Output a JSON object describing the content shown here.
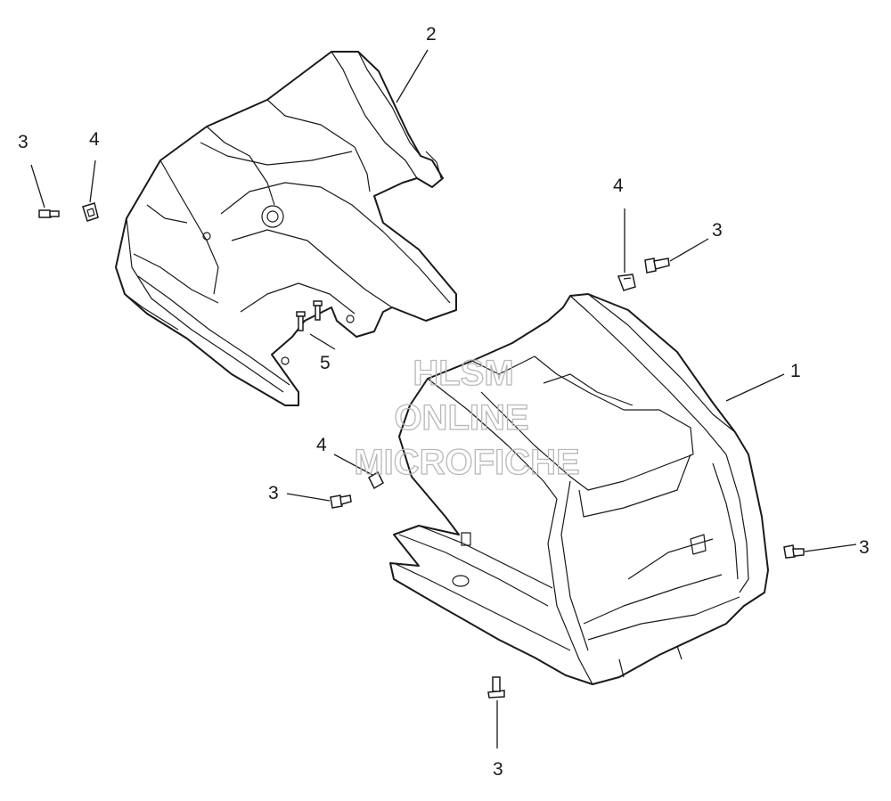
{
  "diagram": {
    "callouts": [
      {
        "id": "c1",
        "label": "1"
      },
      {
        "id": "c2",
        "label": "2"
      },
      {
        "id": "c3a",
        "label": "3"
      },
      {
        "id": "c4a",
        "label": "4"
      },
      {
        "id": "c4b",
        "label": "4"
      },
      {
        "id": "c3b",
        "label": "3"
      },
      {
        "id": "c5",
        "label": "5"
      },
      {
        "id": "c4c",
        "label": "4"
      },
      {
        "id": "c3c",
        "label": "3"
      },
      {
        "id": "c3d",
        "label": "3"
      },
      {
        "id": "c3e",
        "label": "3"
      }
    ],
    "watermark": [
      "HLSM",
      "ONLINE",
      "MICROFICHE"
    ]
  }
}
